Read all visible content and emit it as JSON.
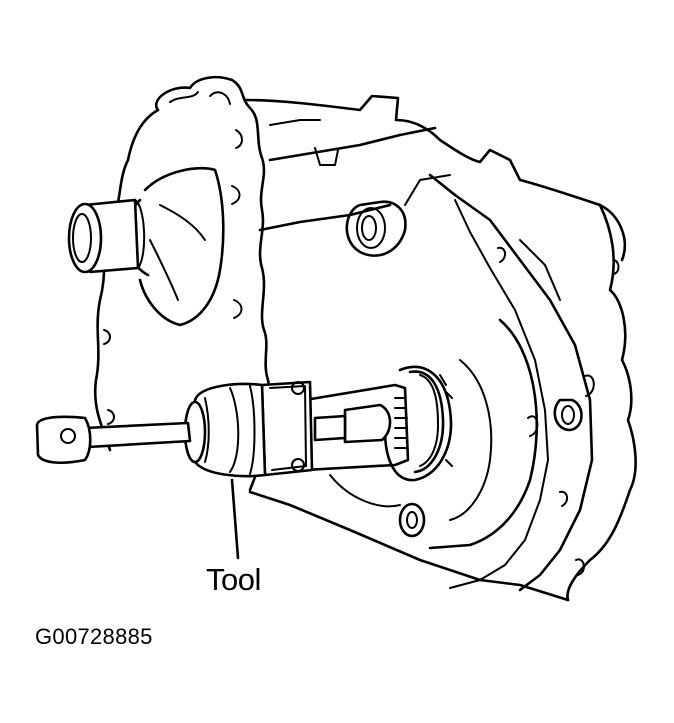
{
  "figure": {
    "subject": "transfer-case-with-special-tool",
    "callouts": [
      {
        "id": "tool",
        "label": "Tool",
        "leader_from": [
          232,
          480
        ],
        "leader_to": [
          238,
          558
        ]
      }
    ],
    "figure_id": "G00728885"
  },
  "colors": {
    "line": "#000000",
    "background": "#ffffff"
  }
}
